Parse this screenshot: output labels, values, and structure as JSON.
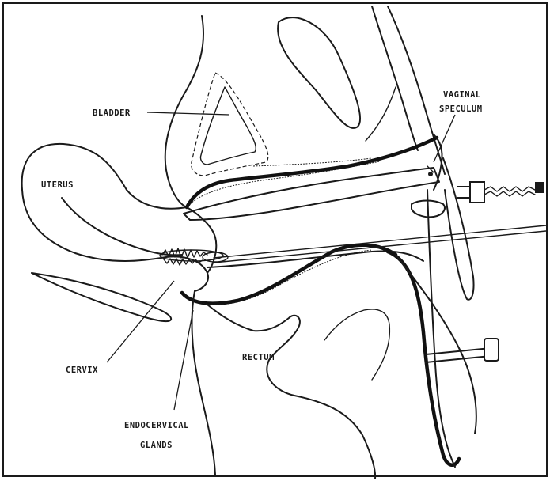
{
  "labels": {
    "bladder": "BLADDER",
    "vaginal_1": "VAGINAL",
    "vaginal_2": "SPECULUM",
    "uterus": "UTERUS",
    "cervix": "CERVIX",
    "rectum": "RECTUM",
    "endocervical_1": "ENDOCERVICAL",
    "endocervical_2": "GLANDS"
  },
  "colors": {
    "ink": "#1a1a1a",
    "background": "#ffffff"
  }
}
